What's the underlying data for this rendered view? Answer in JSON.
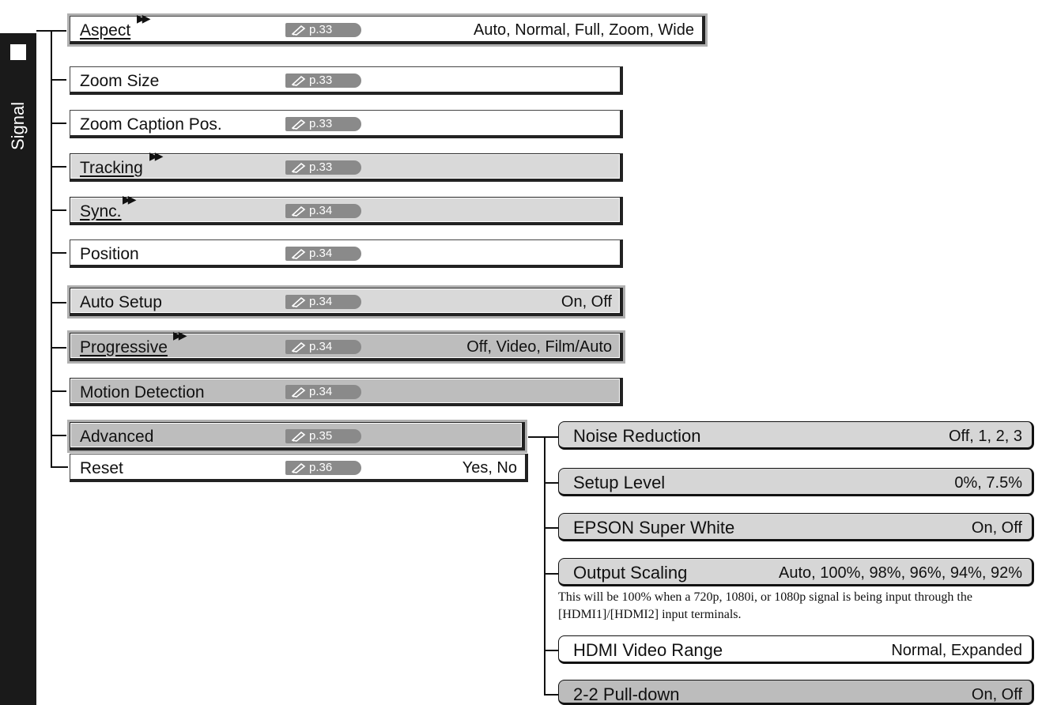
{
  "sidebar": {
    "label": "Signal"
  },
  "menu": [
    {
      "id": "aspect",
      "label": "Aspect",
      "linked": true,
      "page": "p.33",
      "options": "Auto, Normal, Full, Zoom, Wide"
    },
    {
      "id": "zoom-size",
      "label": "Zoom Size",
      "linked": false,
      "page": "p.33",
      "options": ""
    },
    {
      "id": "zoom-caption-pos",
      "label": "Zoom Caption Pos.",
      "linked": false,
      "page": "p.33",
      "options": ""
    },
    {
      "id": "tracking",
      "label": "Tracking",
      "linked": true,
      "page": "p.33",
      "options": ""
    },
    {
      "id": "sync",
      "label": "Sync.",
      "linked": true,
      "page": "p.34",
      "options": ""
    },
    {
      "id": "position",
      "label": "Position",
      "linked": false,
      "page": "p.34",
      "options": ""
    },
    {
      "id": "auto-setup",
      "label": "Auto Setup",
      "linked": false,
      "page": "p.34",
      "options": "On, Off"
    },
    {
      "id": "progressive",
      "label": "Progressive",
      "linked": true,
      "page": "p.34",
      "options": "Off, Video, Film/Auto"
    },
    {
      "id": "motion-detection",
      "label": "Motion Detection",
      "linked": false,
      "page": "p.34",
      "options": ""
    },
    {
      "id": "advanced",
      "label": "Advanced",
      "linked": false,
      "page": "p.35",
      "options": ""
    },
    {
      "id": "reset",
      "label": "Reset",
      "linked": false,
      "page": "p.36",
      "options": "Yes, No"
    }
  ],
  "advanced_submenu": [
    {
      "id": "noise-reduction",
      "label": "Noise Reduction",
      "options": "Off, 1, 2, 3"
    },
    {
      "id": "setup-level",
      "label": "Setup Level",
      "options": "0%, 7.5%"
    },
    {
      "id": "epson-super-white",
      "label": "EPSON Super White",
      "options": "On, Off"
    },
    {
      "id": "output-scaling",
      "label": "Output Scaling",
      "options": "Auto, 100%, 98%, 96%, 94%, 92%"
    },
    {
      "id": "hdmi-video-range",
      "label": "HDMI Video Range",
      "options": "Normal, Expanded"
    },
    {
      "id": "pull-down",
      "label": "2-2 Pull-down",
      "options": "On, Off"
    }
  ],
  "output_scaling_note": "This will be 100% when a 720p, 1080i, or 1080p signal is being input through the [HDMI1]/[HDMI2] input terminals.",
  "icons": {
    "reference": "pencil-hand-icon",
    "linked_marker": "double-arrow-icon"
  },
  "colors": {
    "sidebar": "#1a1a1a",
    "page_badge": "#8a8a8a"
  }
}
